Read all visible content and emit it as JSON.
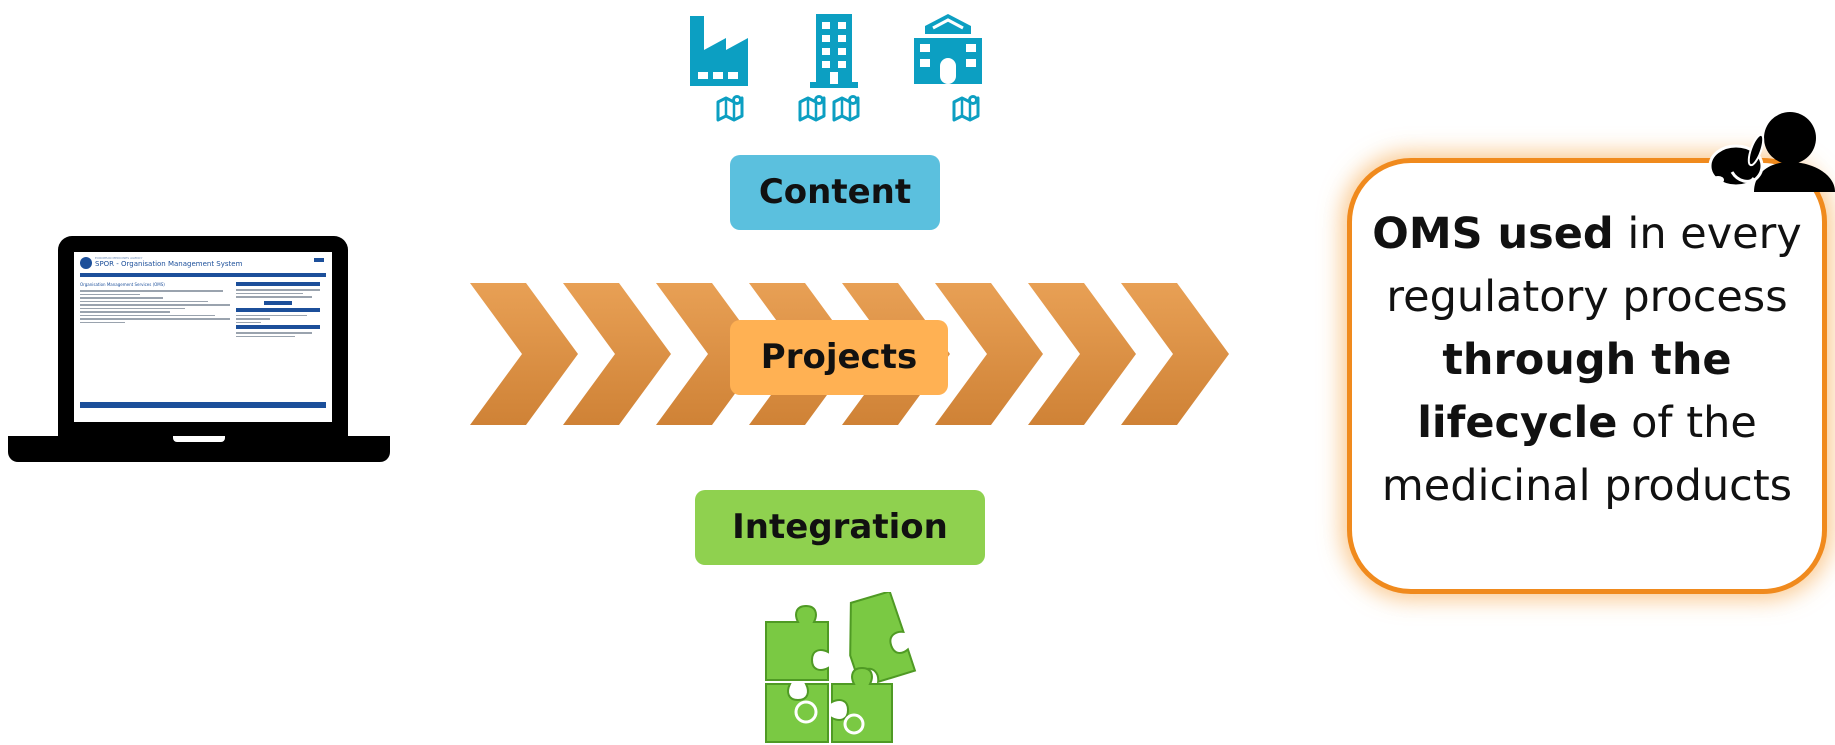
{
  "laptop": {
    "screen": {
      "agency": "EUROPEAN MEDICINES AGENCY",
      "app_title": "SPOR - Organisation Management System",
      "page_heading": "Organisation Management Services (OMS)"
    }
  },
  "labels": {
    "content": "Content",
    "projects": "Projects",
    "integration": "Integration"
  },
  "callout": {
    "segments": [
      {
        "text": "OMS used",
        "bold": true
      },
      {
        "text": " in every regulatory process ",
        "bold": false
      },
      {
        "text": "through the lifecycle",
        "bold": true
      },
      {
        "text": " of the medicinal products",
        "bold": false
      }
    ]
  },
  "colors": {
    "icon_blue": "#0c9fc2",
    "content_pill": "#5bc0de",
    "projects_pill": "#ffb153",
    "integration_pill": "#8fd14f",
    "chevron": "#d88a3c",
    "callout_border": "#f08a1d",
    "puzzle_green": "#7ac943"
  },
  "icons": [
    "laptop-icon",
    "factory-icon",
    "office-building-icon",
    "school-building-icon",
    "map-pin-icon",
    "chevron-arrow-icon",
    "puzzle-icon",
    "person-icon",
    "rabbit-icon"
  ]
}
